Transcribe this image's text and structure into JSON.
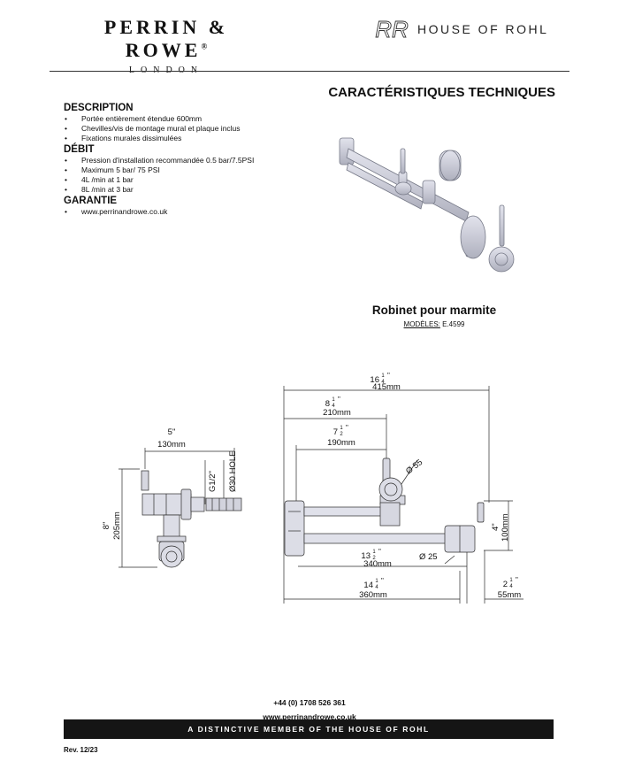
{
  "header": {
    "brand_name": "PERRIN & ROWE",
    "brand_reg": "®",
    "brand_sub": "LONDON",
    "partner_monogram": "RR",
    "partner_name": "HOUSE OF ROHL"
  },
  "doc_title": "CARACTÉRISTIQUES TECHNIQUES",
  "sections": [
    {
      "title": "DESCRIPTION",
      "items": [
        "Portée entièrement étendue 600mm",
        "Chevilles/vis de montage mural et plaque inclus",
        "Fixations murales dissimulées"
      ]
    },
    {
      "title": "DÉBIT",
      "items": [
        "Pression d'installation recommandée 0.5 bar/7.5PSI",
        "Maximum 5 bar/ 75 PSI",
        "4L /min at 1 bar",
        "8L /min at 3 bar"
      ]
    },
    {
      "title": "GARANTIE",
      "items": [
        "www.perrinandrowe.co.uk"
      ]
    }
  ],
  "product": {
    "title": "Robinet pour marmite",
    "models_label": "MODÈLES:",
    "models_value": "E.4599"
  },
  "dimensions": {
    "side_width_in": "5\"",
    "side_width_mm": "130mm",
    "thread": "G1/2\"",
    "hole": "Ø30 HOLE",
    "side_height_in": "8\"",
    "side_height_mm": "205mm",
    "overall_in_whole": "16",
    "overall_in_frac": [
      "1",
      "4"
    ],
    "overall_mm": "415mm",
    "a_in_whole": "8",
    "a_in_frac": [
      "1",
      "4"
    ],
    "a_mm": "210mm",
    "b_in_whole": "7",
    "b_in_frac": [
      "1",
      "2"
    ],
    "b_mm": "190mm",
    "handle_dia": "Ø 55",
    "right_height_mm": "100mm",
    "right_height_in": "4\"",
    "spout_in_whole": "13",
    "spout_in_frac": [
      "1",
      "2"
    ],
    "spout_mm": "340mm",
    "spout_dia": "Ø 25",
    "bottom_in_whole": "14",
    "bottom_in_frac": [
      "1",
      "4"
    ],
    "bottom_mm": "360mm",
    "small_in_whole": "2",
    "small_in_frac": [
      "1",
      "4"
    ],
    "small_mm": "55mm"
  },
  "footer": {
    "phone": "+44 (0) 1708 526 361",
    "website": "www.perrinandrowe.co.uk",
    "banner": "A DISTINCTIVE MEMBER OF THE HOUSE OF ROHL",
    "revision": "Rev. 12/23"
  }
}
